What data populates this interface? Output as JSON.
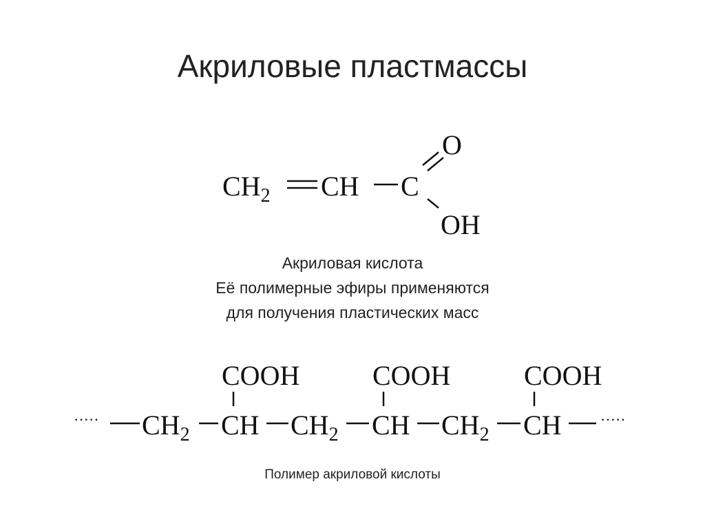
{
  "slide": {
    "title": "Акриловые пластмассы"
  },
  "monomer": {
    "ch2": "CH",
    "ch2_sub": "2",
    "ch": "CH",
    "c": "C",
    "o": "O",
    "oh": "OH"
  },
  "caption": {
    "line1": "Акриловая кислота",
    "line2": "Её полимерные эфиры применяются",
    "line3": "для получения пластических масс"
  },
  "polymer": {
    "side_group": "COOH",
    "ch2": "CH",
    "ch2_sub": "2",
    "ch": "CH",
    "chain_end": "·····",
    "caption": "Полимер акриловой кислоты"
  },
  "colors": {
    "text": "#111111",
    "background": "#ffffff"
  }
}
